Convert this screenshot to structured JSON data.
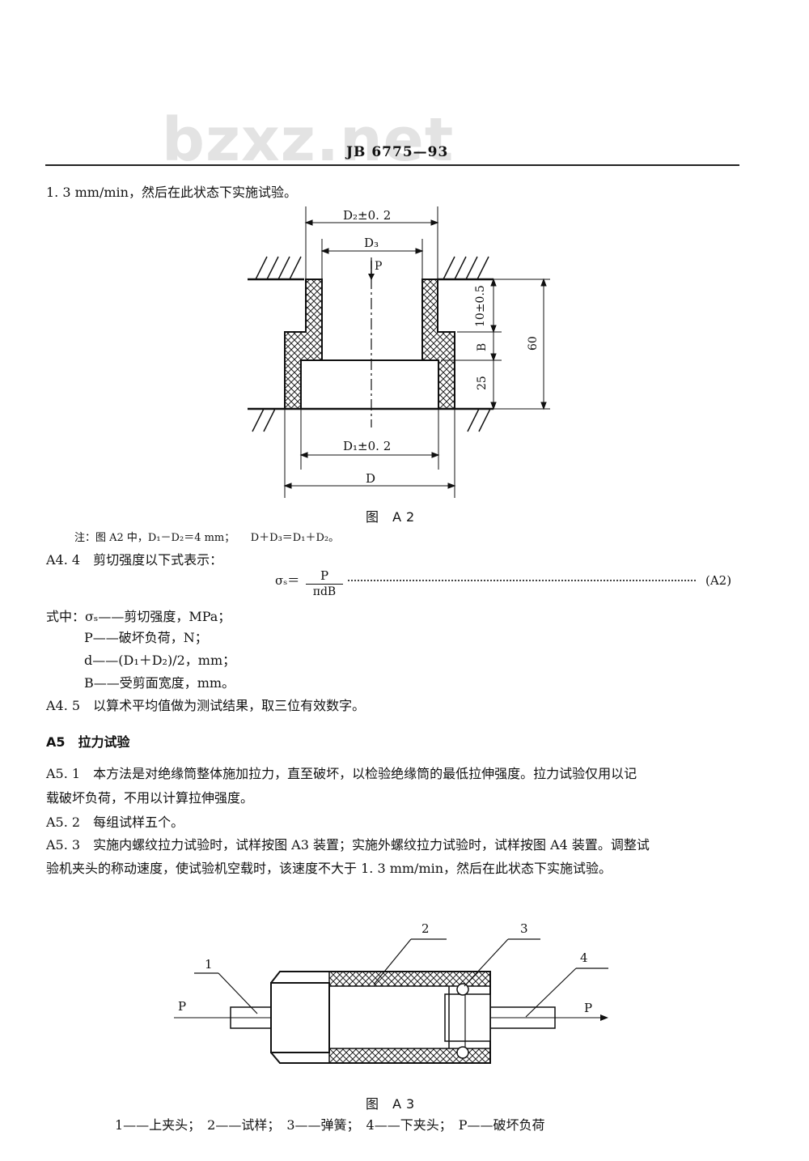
{
  "header": {
    "watermark": "bzxz.net",
    "doc_code": "JB 6775—93"
  },
  "paragraphs": {
    "p1": "1. 3 mm/min，然后在此状态下实施试验。",
    "note": "注：图 A2 中，D₁－D₂＝4 mm；　　D＋D₃＝D₁＋D₂。",
    "a44": "A4. 4　剪切强度以下式表示：",
    "where_intro": "式中：σₛ——剪切强度，MPa；",
    "where_p": "P——破坏负荷，N；",
    "where_d": "d——(D₁＋D₂)/2，mm；",
    "where_b": "B——受剪面宽度，mm。",
    "a45": "A4. 5　以算术平均值做为测试结果，取三位有效数字。",
    "a5": "A5　拉力试验",
    "a51_l1": "A5. 1　本方法是对绝缘筒整体施加拉力，直至破坏，以检验绝缘筒的最低拉伸强度。拉力试验仅用以记",
    "a51_l2": "载破坏负荷，不用以计算拉伸强度。",
    "a52": "A5. 2　每组试样五个。",
    "a53_l1": "A5. 3　实施内螺纹拉力试验时，试样按图 A3 装置；实施外螺纹拉力试验时，试样按图 A4 装置。调整试",
    "a53_l2": "验机夹头的称动速度，使试验机空载时，该速度不大于 1. 3 mm/min，然后在此状态下实施试验。"
  },
  "formula": {
    "lhs": "σₛ＝",
    "numerator": "P",
    "denominator": "πdB",
    "number": "(A2)"
  },
  "figure_a2": {
    "caption": "图 A2",
    "dim_d2": "D₂±0. 2",
    "dim_d3": "D₃",
    "label_p": "P",
    "dim_10": "10±0.5",
    "dim_b": "B",
    "dim_25": "25",
    "dim_60": "60",
    "dim_d1": "D₁±0. 2",
    "dim_d": "D"
  },
  "figure_a3": {
    "caption": "图 A3",
    "label_1": "1",
    "label_2": "2",
    "label_3": "3",
    "label_4": "4",
    "label_p_left": "P",
    "label_p_right": "P",
    "legend": "1——上夹头；　2——试样；　3——弹簧；　4——下夹头；　P——破坏负荷"
  }
}
